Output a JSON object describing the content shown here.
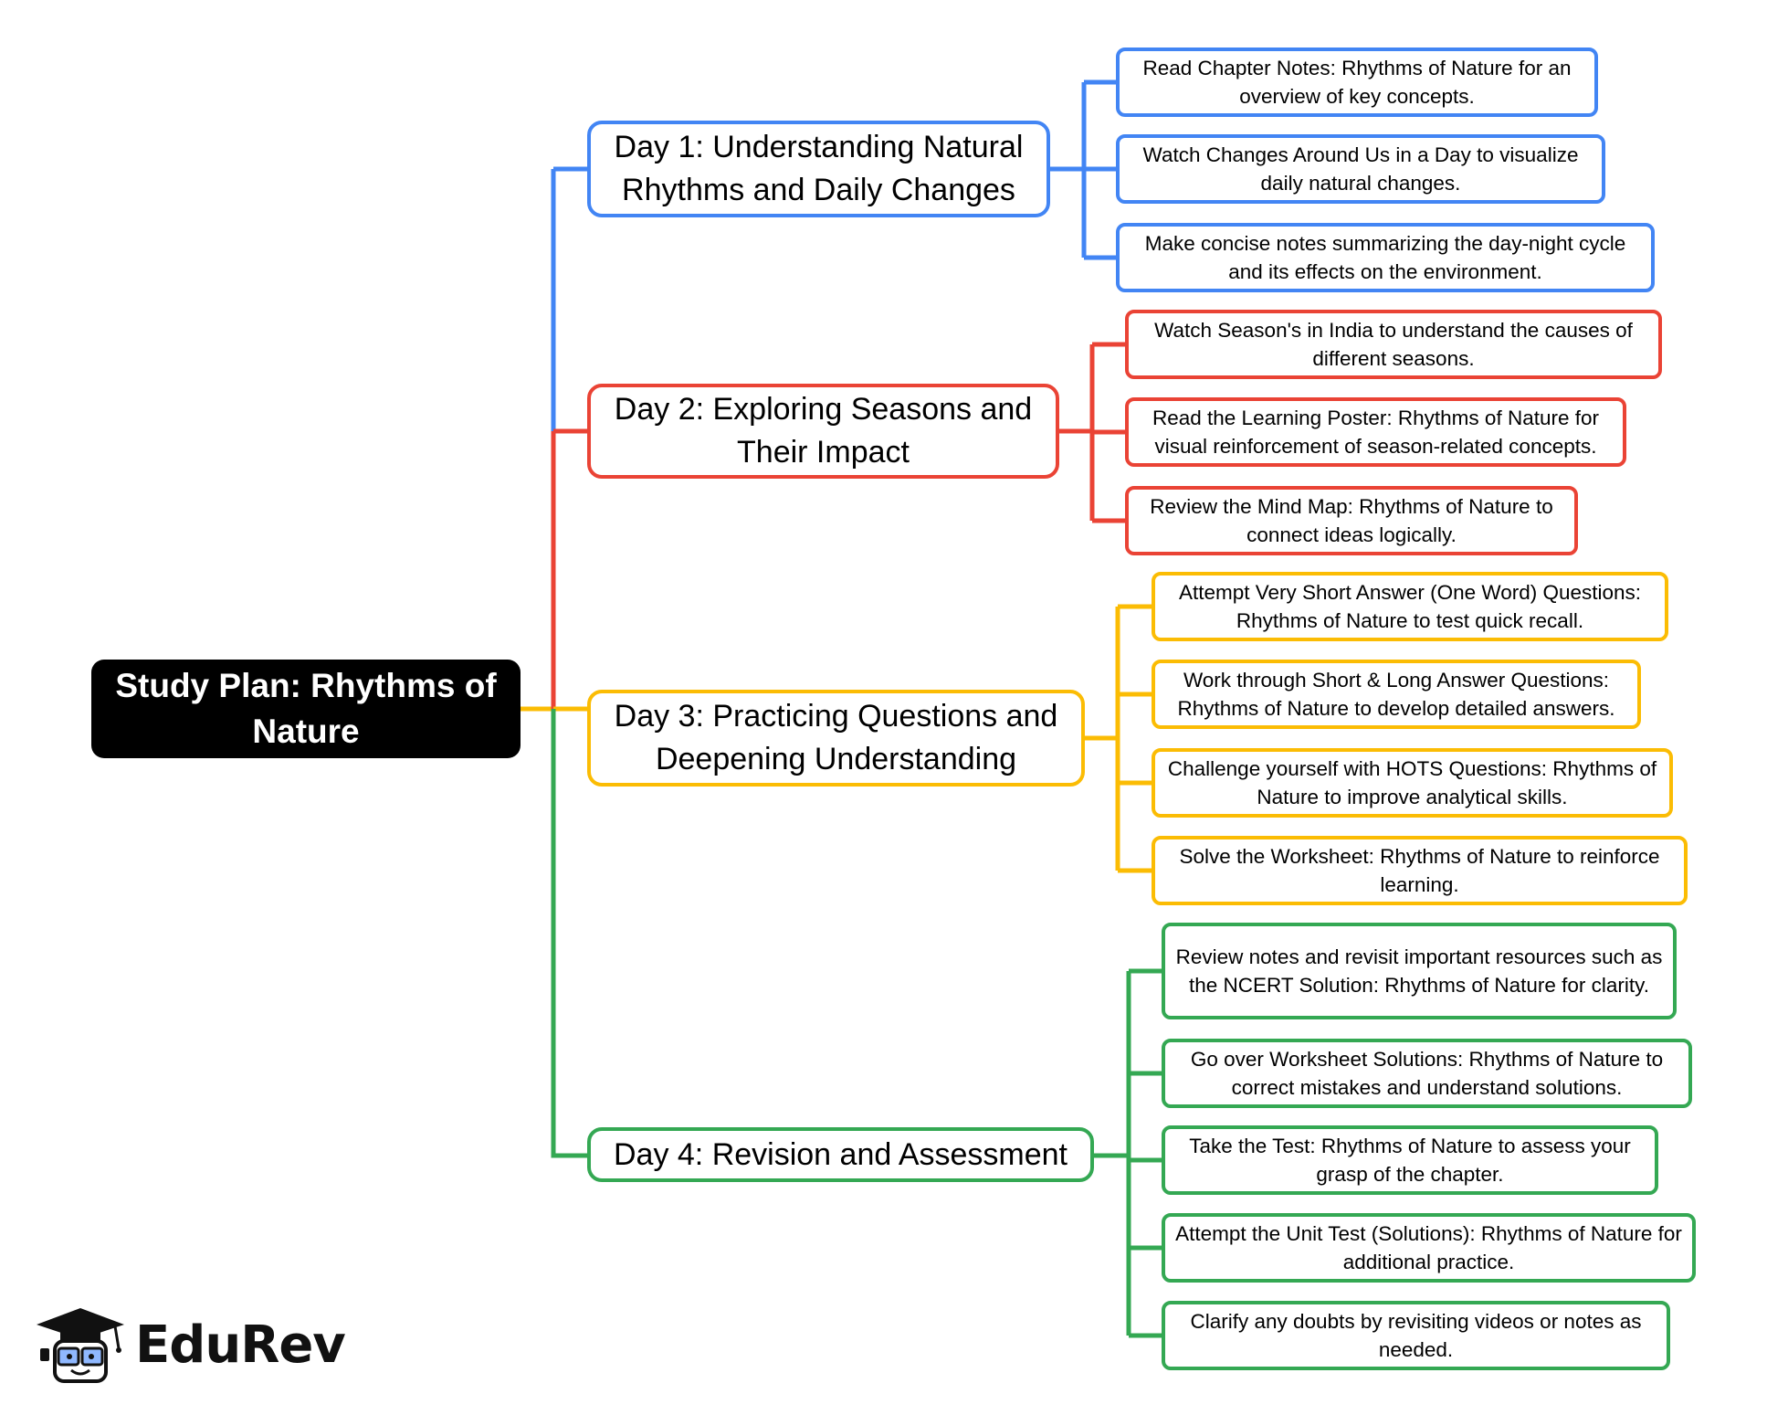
{
  "root": {
    "title": "Study Plan: Rhythms of Nature"
  },
  "colors": {
    "day1": "#4285f4",
    "day2": "#ea4335",
    "day3": "#fbbc04",
    "day4": "#34a853"
  },
  "days": [
    {
      "title": "Day 1: Understanding Natural Rhythms and Daily Changes",
      "tasks": [
        "Read Chapter Notes: Rhythms of Nature for an overview of key concepts.",
        "Watch Changes Around Us in a Day to visualize daily natural changes.",
        "Make concise notes summarizing the day-night cycle and its effects on the environment."
      ]
    },
    {
      "title": "Day 2: Exploring Seasons and Their Impact",
      "tasks": [
        "Watch Season's in India to understand the causes of different seasons.",
        "Read the Learning Poster: Rhythms of Nature for visual reinforcement of season-related concepts.",
        "Review the Mind Map: Rhythms of Nature to connect ideas logically."
      ]
    },
    {
      "title": "Day 3: Practicing Questions and Deepening Understanding",
      "tasks": [
        "Attempt Very Short Answer (One Word) Questions: Rhythms of Nature to test quick recall.",
        "Work through Short & Long Answer Questions: Rhythms of Nature to develop detailed answers.",
        "Challenge yourself with HOTS Questions: Rhythms of Nature to improve analytical skills.",
        "Solve the Worksheet: Rhythms of Nature to reinforce learning."
      ]
    },
    {
      "title": "Day 4: Revision and Assessment",
      "tasks": [
        "Review notes and revisit important resources such as the NCERT Solution: Rhythms of Nature for clarity.",
        "Go over Worksheet Solutions: Rhythms of Nature to correct mistakes and understand solutions.",
        "Take the Test: Rhythms of Nature to assess your grasp of the chapter.",
        "Attempt the Unit Test (Solutions): Rhythms of Nature for additional practice.",
        "Clarify any doubts by revisiting videos or notes as needed."
      ]
    }
  ],
  "brand": {
    "name": "EduRev",
    "icon": "graduation-cap-mascot-icon"
  }
}
